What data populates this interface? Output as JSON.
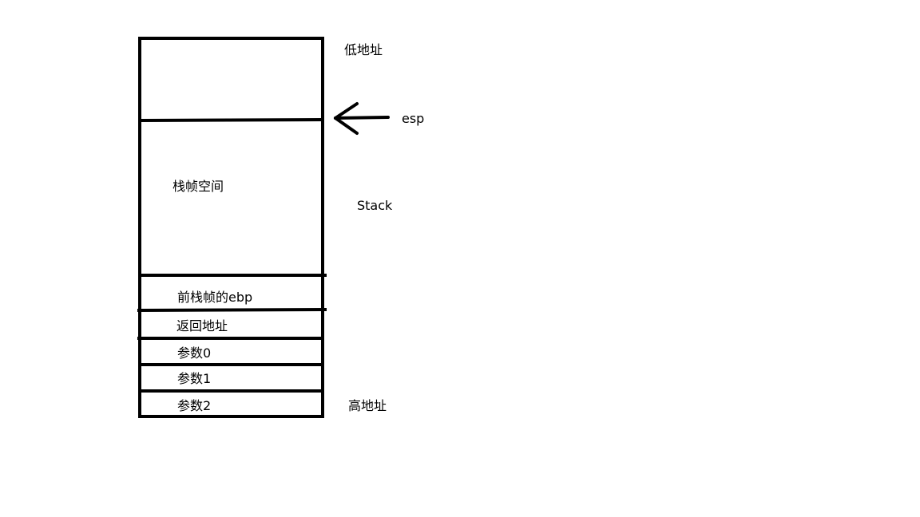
{
  "stack_diagram": {
    "title": "Stack",
    "frame_region_label": "栈帧空间",
    "slots": [
      {
        "label": "前栈帧的ebp"
      },
      {
        "label": "返回地址"
      },
      {
        "label": "参数0"
      },
      {
        "label": "参数1"
      },
      {
        "label": "参数2"
      }
    ],
    "low_address_label": "低地址",
    "high_address_label": "高地址",
    "pointer": {
      "label": "esp",
      "direction": "left"
    },
    "stroke_color": "#000000",
    "background_color": "#ffffff"
  }
}
